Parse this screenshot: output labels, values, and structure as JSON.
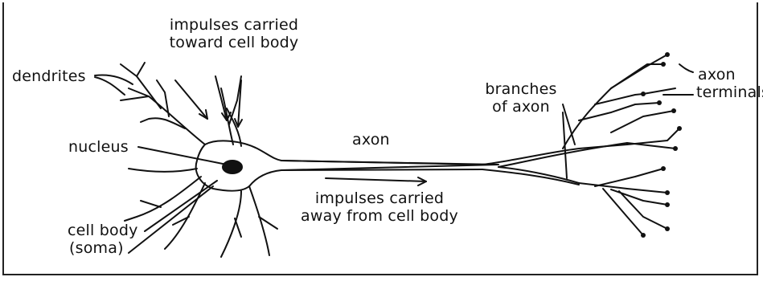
{
  "labels": {
    "impulses_toward_line1": "impulses carried",
    "impulses_toward_line2": "toward cell body",
    "dendrites": "dendrites",
    "nucleus": "nucleus",
    "cell_body_line1": "cell body",
    "cell_body_line2": "(soma)",
    "axon": "axon",
    "impulses_away_line1": "impulses carried",
    "impulses_away_line2": "away from cell body",
    "branches_line1": "branches",
    "branches_line2": "of axon",
    "axon_terminals_line1": "axon",
    "axon_terminals_line2": "terminals"
  },
  "colors": {
    "ink": "#111111",
    "frame": "#222222",
    "background": "#ffffff"
  }
}
